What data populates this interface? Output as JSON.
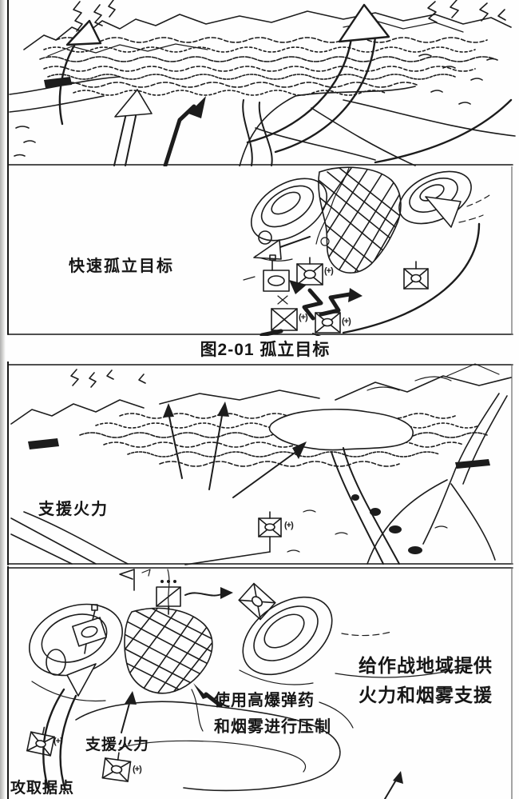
{
  "palette": {
    "paper": "#ffffff",
    "ink": "#1c1c1c",
    "scan_edge": "#aeaeae"
  },
  "figure1": {
    "isolate_label": "快速孤立目标",
    "caption": "图2-01 孤立目标"
  },
  "figure2": {
    "support_fire_label": "支援火力",
    "provide_support_line1": "给作战地域提供",
    "provide_support_line2": "火力和烟雾支援",
    "suppress_line1": "使用高爆弹药",
    "suppress_line2": "和烟雾进行压制",
    "support_fire_label2": "支援火力",
    "seize_label": "攻取据点"
  },
  "symbols": {
    "reinforced_marker": "(+)"
  },
  "icons": {
    "infantry_unit": "box-with-x",
    "mech_infantry_unit": "box-with-x-and-oval",
    "armor_unit": "box-with-oval",
    "artillery_unit": "box-with-diagonal-and-dots"
  }
}
